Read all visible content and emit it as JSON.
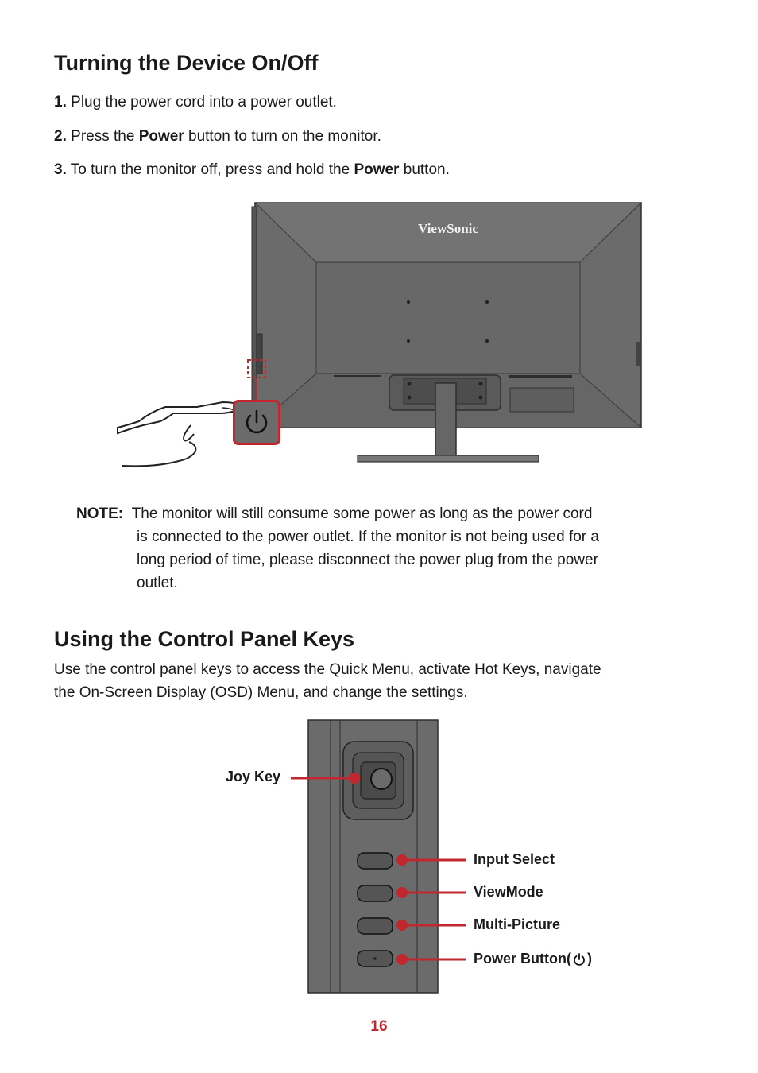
{
  "section1": {
    "title": "Turning the Device On/Off",
    "steps": [
      {
        "num": "1.",
        "pre": "Plug the power cord into a power outlet.",
        "bold": "",
        "post": ""
      },
      {
        "num": "2.",
        "pre": "Press the ",
        "bold": "Power",
        "post": " button to turn on the monitor."
      },
      {
        "num": "3.",
        "pre": "To turn the monitor off, press and hold the ",
        "bold": "Power",
        "post": " button."
      }
    ],
    "brand": "ViewSonic",
    "note_label": "NOTE:",
    "note_lines": [
      "The monitor will still consume some power as long as the power cord",
      "is connected to the power outlet. If the monitor is not being used for a",
      "long period of time, please disconnect the power plug from the power",
      "outlet."
    ]
  },
  "section2": {
    "title": "Using the Control Panel Keys",
    "intro_lines": [
      "Use the control panel keys to access the Quick Menu, activate Hot Keys, navigate",
      "the On-Screen Display (OSD) Menu, and change the settings."
    ],
    "labels": {
      "joy_key": "Joy Key",
      "input_select": "Input Select",
      "viewmode": "ViewMode",
      "multi_picture": "Multi-Picture",
      "power_button": "Power Button(",
      "power_button_close": ")"
    }
  },
  "page_number": "16",
  "colors": {
    "accent": "#c1272d",
    "monitor": "#6b6b6b",
    "monitor_dark": "#3a3a3a"
  },
  "icons": [
    "power-icon",
    "hand-icon"
  ]
}
